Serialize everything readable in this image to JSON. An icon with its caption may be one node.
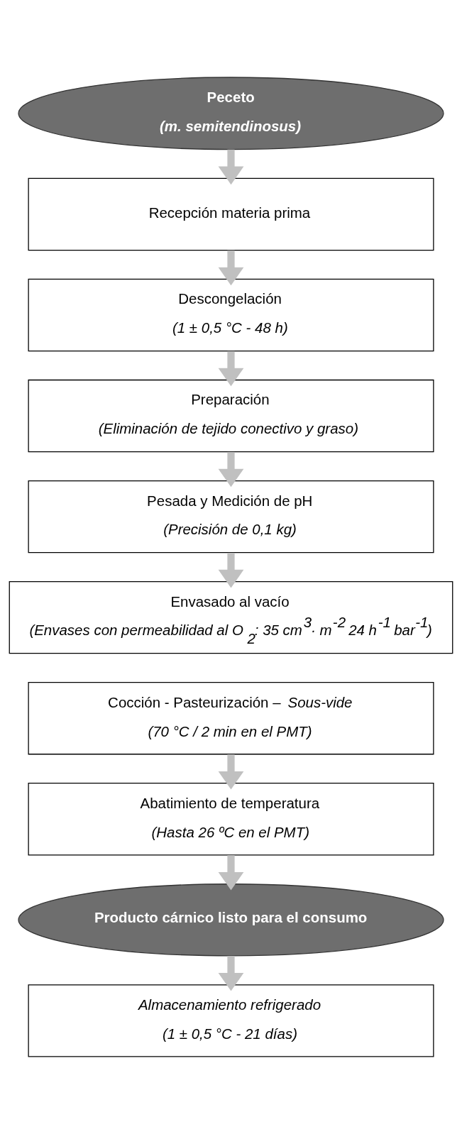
{
  "diagram": {
    "nodes": [
      {
        "text": [
          "Peceto",
          "(m. semitendinosus)"
        ]
      },
      {
        "text": [
          "Recepción materia prima"
        ]
      },
      {
        "text": [
          "Descongelación",
          "(1 ± 0,5 °C - 48 h)"
        ]
      },
      {
        "text": [
          "Preparación",
          "(Eliminación de tejido conectivo y graso)"
        ]
      },
      {
        "text": [
          "Pesada y Medición de pH",
          "(Precisión de 0,1 kg)"
        ]
      },
      {
        "text": [
          "Envasado al vacío",
          "(Envases con permeabilidad al O$_{2}$: 35 cm$^{3}$· m$^{-2}$ 24 h$^{-1}$ bar$^{-1}$)"
        ]
      },
      {
        "text": [
          "Cocción - Pasteurización – *Sous-vide*",
          "(70 °C / 2 min en el PMT)"
        ]
      },
      {
        "text": [
          "Abatimiento de temperatura",
          "(Hasta 26 ºC en el PMT)"
        ]
      },
      {
        "text": [
          "Producto cárnico listo para el consumo"
        ]
      },
      {
        "text": [
          "Almacenamiento refrigerado",
          "(1 ± 0,5 °C - 21 días)"
        ]
      }
    ],
    "edges": [
      {
        "from": 0,
        "to": 1,
        "arrow": "to"
      },
      {
        "from": 1,
        "to": 2,
        "arrow": "to"
      },
      {
        "from": 2,
        "to": 3,
        "arrow": "to"
      },
      {
        "from": 3,
        "to": 4,
        "arrow": "to"
      },
      {
        "from": 4,
        "to": 5,
        "arrow": "to"
      },
      {
        "from": 6,
        "to": 7,
        "arrow": "to"
      },
      {
        "from": 7,
        "to": 8,
        "arrow": "to"
      },
      {
        "from": 8,
        "to": 9,
        "arrow": "to"
      }
    ]
  }
}
